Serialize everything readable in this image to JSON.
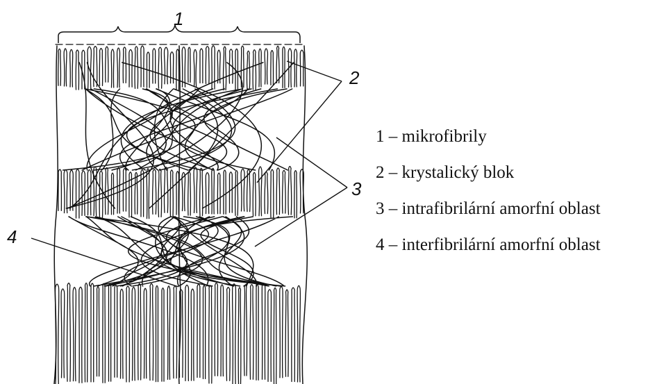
{
  "figure": {
    "callouts": [
      "1",
      "2",
      "3",
      "4"
    ]
  },
  "legend": {
    "items": [
      "1 – mikrofibrily",
      "2 – krystalický blok",
      "3 – intrafibrilární amorfní oblast",
      "4 – interfibrilární amorfní oblast"
    ]
  },
  "colors": {
    "ink": "#111111",
    "background": "#ffffff"
  }
}
